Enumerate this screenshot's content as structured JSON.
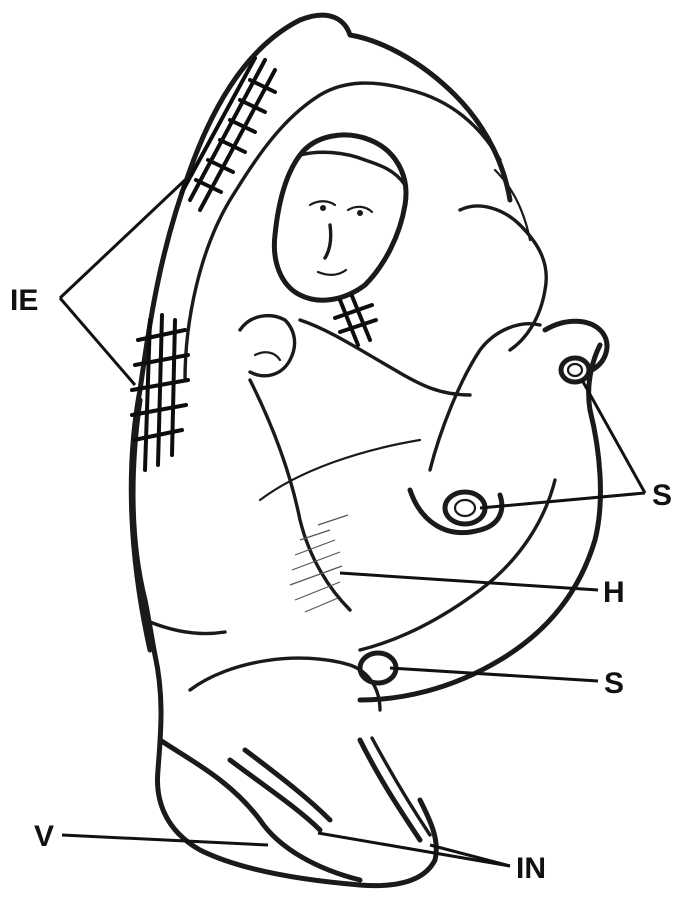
{
  "labels": {
    "ie": "IE",
    "s_upper": "S",
    "h": "H",
    "s_lower": "S",
    "v": "V",
    "in": "IN"
  },
  "colors": {
    "ink": "#1a1a1a",
    "paper": "#ffffff"
  }
}
